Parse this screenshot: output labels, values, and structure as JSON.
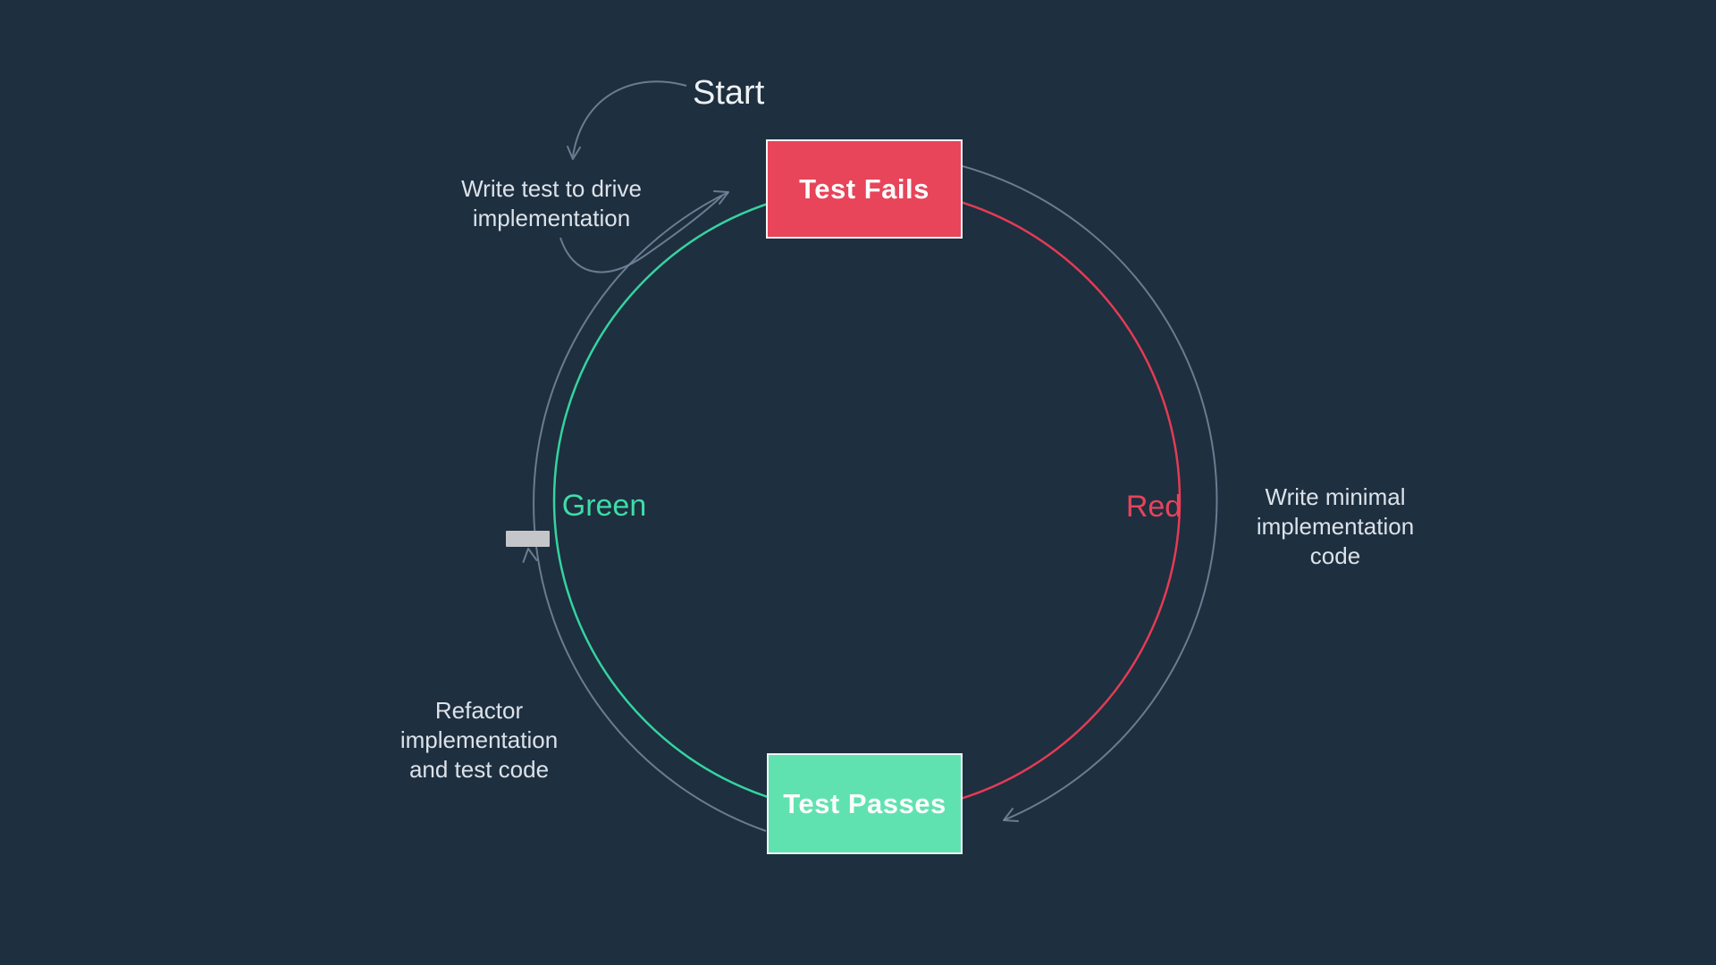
{
  "colors": {
    "background": "#1e2f3f",
    "node_red_fill": "#e8445a",
    "node_green_fill": "#60e2b0",
    "node_border": "#f1f3f5",
    "arc_green": "#35d3a0",
    "arc_red": "#e43b55",
    "arc_gray": "#72859a",
    "marker_gray": "#c5c6c9",
    "text_light": "#dce2e9",
    "phase_green_text": "#3edca7",
    "phase_red_text": "#e8435a"
  },
  "labels": {
    "start": "Start"
  },
  "nodes": {
    "test_fails": {
      "label": "Test Fails"
    },
    "test_passes": {
      "label": "Test Passes"
    }
  },
  "phases": {
    "green": {
      "label": "Green"
    },
    "red": {
      "label": "Red"
    }
  },
  "annotations": {
    "write_test": {
      "lines": [
        "Write test to drive",
        "implementation"
      ]
    },
    "write_minimal": {
      "lines": [
        "Write minimal",
        "implementation",
        "code"
      ]
    },
    "refactor": {
      "lines": [
        "Refactor",
        "implementation",
        "and test code"
      ]
    }
  }
}
